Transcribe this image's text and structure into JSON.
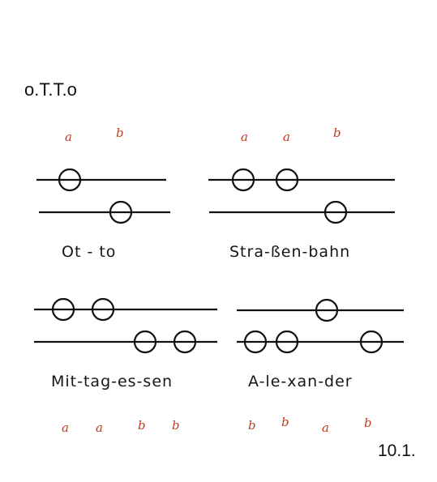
{
  "title": "o.T.T.o",
  "date": "10.1.",
  "accent_color": "#c23b22",
  "examples": [
    {
      "word": "Ot - to",
      "labels": [
        "a",
        "b"
      ]
    },
    {
      "word": "Stra-ßen-bahn",
      "labels": [
        "a",
        "a",
        "b"
      ]
    },
    {
      "word": "Mit-tag-es-sen",
      "labels": [
        "a",
        "a",
        "b",
        "b"
      ]
    },
    {
      "word": "A-le-xan-der",
      "labels": [
        "b",
        "b",
        "a",
        "b"
      ]
    }
  ]
}
